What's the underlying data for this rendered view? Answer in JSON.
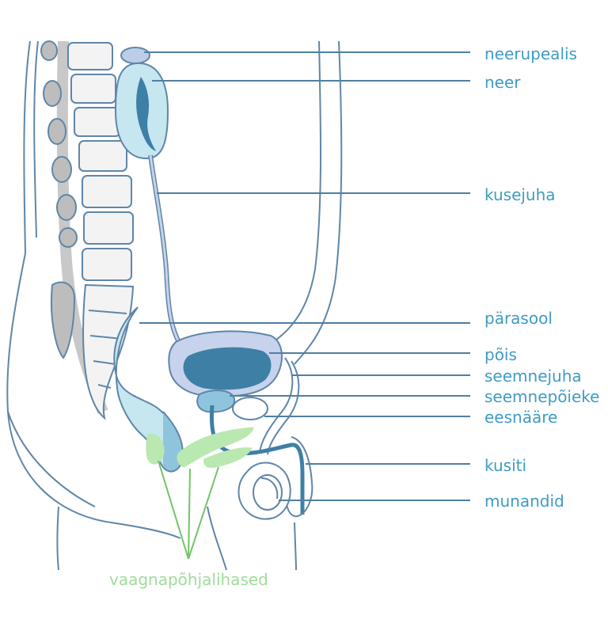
{
  "labels": {
    "neerupealis": "neerupealis",
    "neer": "neer",
    "kusejuha": "kusejuha",
    "parasool": "pärasool",
    "pois": "põis",
    "seemnejuha": "seemnejuha",
    "seemnepoieke": "seemnepõieke",
    "eesnaare": "eesnääre",
    "kusiti": "kusiti",
    "munandid": "munandid",
    "vaagnapohjalihased": "vaagnapõhjalihased"
  },
  "colors": {
    "label_blue": "#3f9bc4",
    "leader_line": "#4f7fa3",
    "outline": "#5f86a8",
    "bone_fill": "#f3f3f3",
    "vertebra_disc": "#d9d9d9",
    "organ_light": "#c6e6f0",
    "organ_mid": "#8fc5dc",
    "organ_dark": "#3e7fa6",
    "bladder_outer": "#c7d2ec",
    "muscle_green": "#b9e8b0",
    "muscle_line": "#70c466"
  }
}
